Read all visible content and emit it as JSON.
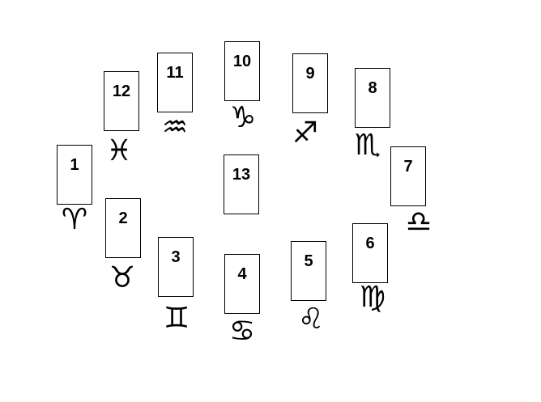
{
  "cards": [
    {
      "number": "1",
      "sign": "♈",
      "icon": "aries-icon"
    },
    {
      "number": "2",
      "sign": "♉",
      "icon": "taurus-icon"
    },
    {
      "number": "3",
      "sign": "♊",
      "icon": "gemini-icon"
    },
    {
      "number": "4",
      "sign": "♋",
      "icon": "cancer-icon"
    },
    {
      "number": "5",
      "sign": "♌",
      "icon": "leo-icon"
    },
    {
      "number": "6",
      "sign": "♍",
      "icon": "virgo-icon"
    },
    {
      "number": "7",
      "sign": "♎",
      "icon": "libra-icon"
    },
    {
      "number": "8",
      "sign": "♏",
      "icon": "scorpio-icon"
    },
    {
      "number": "9",
      "sign": "♐",
      "icon": "sagittarius-icon"
    },
    {
      "number": "10",
      "sign": "♑",
      "icon": "capricorn-icon"
    },
    {
      "number": "11",
      "sign": "♒",
      "icon": "aquarius-icon"
    },
    {
      "number": "12",
      "sign": "♓",
      "icon": "pisces-icon"
    },
    {
      "number": "13",
      "sign": "",
      "icon": ""
    }
  ]
}
